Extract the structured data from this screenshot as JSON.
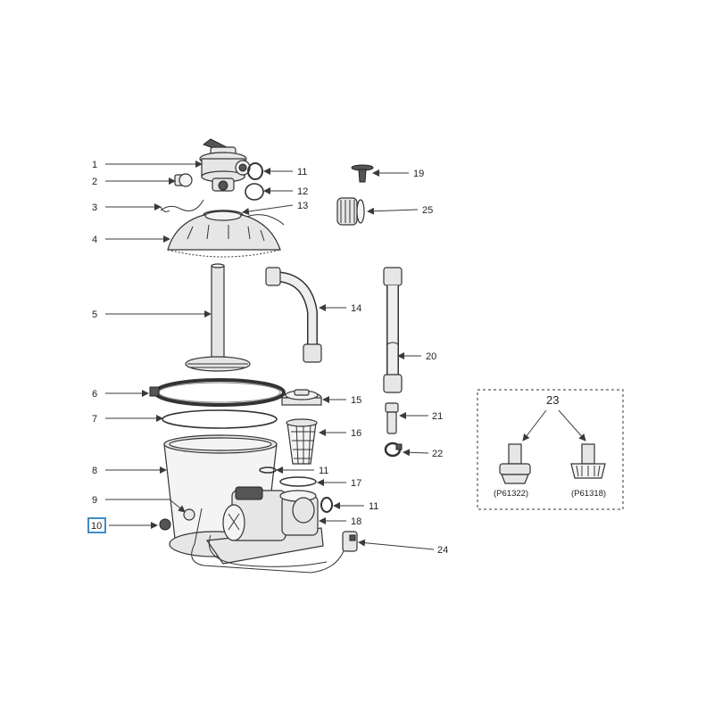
{
  "callouts": [
    {
      "id": "c1",
      "label": "1"
    },
    {
      "id": "c2",
      "label": "2"
    },
    {
      "id": "c3",
      "label": "3"
    },
    {
      "id": "c4",
      "label": "4"
    },
    {
      "id": "c5",
      "label": "5"
    },
    {
      "id": "c6",
      "label": "6"
    },
    {
      "id": "c7",
      "label": "7"
    },
    {
      "id": "c8",
      "label": "8"
    },
    {
      "id": "c9",
      "label": "9"
    },
    {
      "id": "c10",
      "label": "10",
      "highlighted": true
    },
    {
      "id": "c11a",
      "label": "11"
    },
    {
      "id": "c12",
      "label": "12"
    },
    {
      "id": "c13",
      "label": "13"
    },
    {
      "id": "c14",
      "label": "14"
    },
    {
      "id": "c15",
      "label": "15"
    },
    {
      "id": "c16",
      "label": "16"
    },
    {
      "id": "c11b",
      "label": "11"
    },
    {
      "id": "c17",
      "label": "17"
    },
    {
      "id": "c11c",
      "label": "11"
    },
    {
      "id": "c18",
      "label": "18"
    },
    {
      "id": "c19",
      "label": "19"
    },
    {
      "id": "c25",
      "label": "25"
    },
    {
      "id": "c20",
      "label": "20"
    },
    {
      "id": "c21",
      "label": "21"
    },
    {
      "id": "c22",
      "label": "22"
    },
    {
      "id": "c24",
      "label": "24"
    },
    {
      "id": "c23",
      "label": "23"
    }
  ],
  "variants": {
    "left_code": "(P61322)",
    "right_code": "(P61318)"
  },
  "colors": {
    "highlight_box": "#2a7fbf",
    "line": "#3a3a3a"
  }
}
